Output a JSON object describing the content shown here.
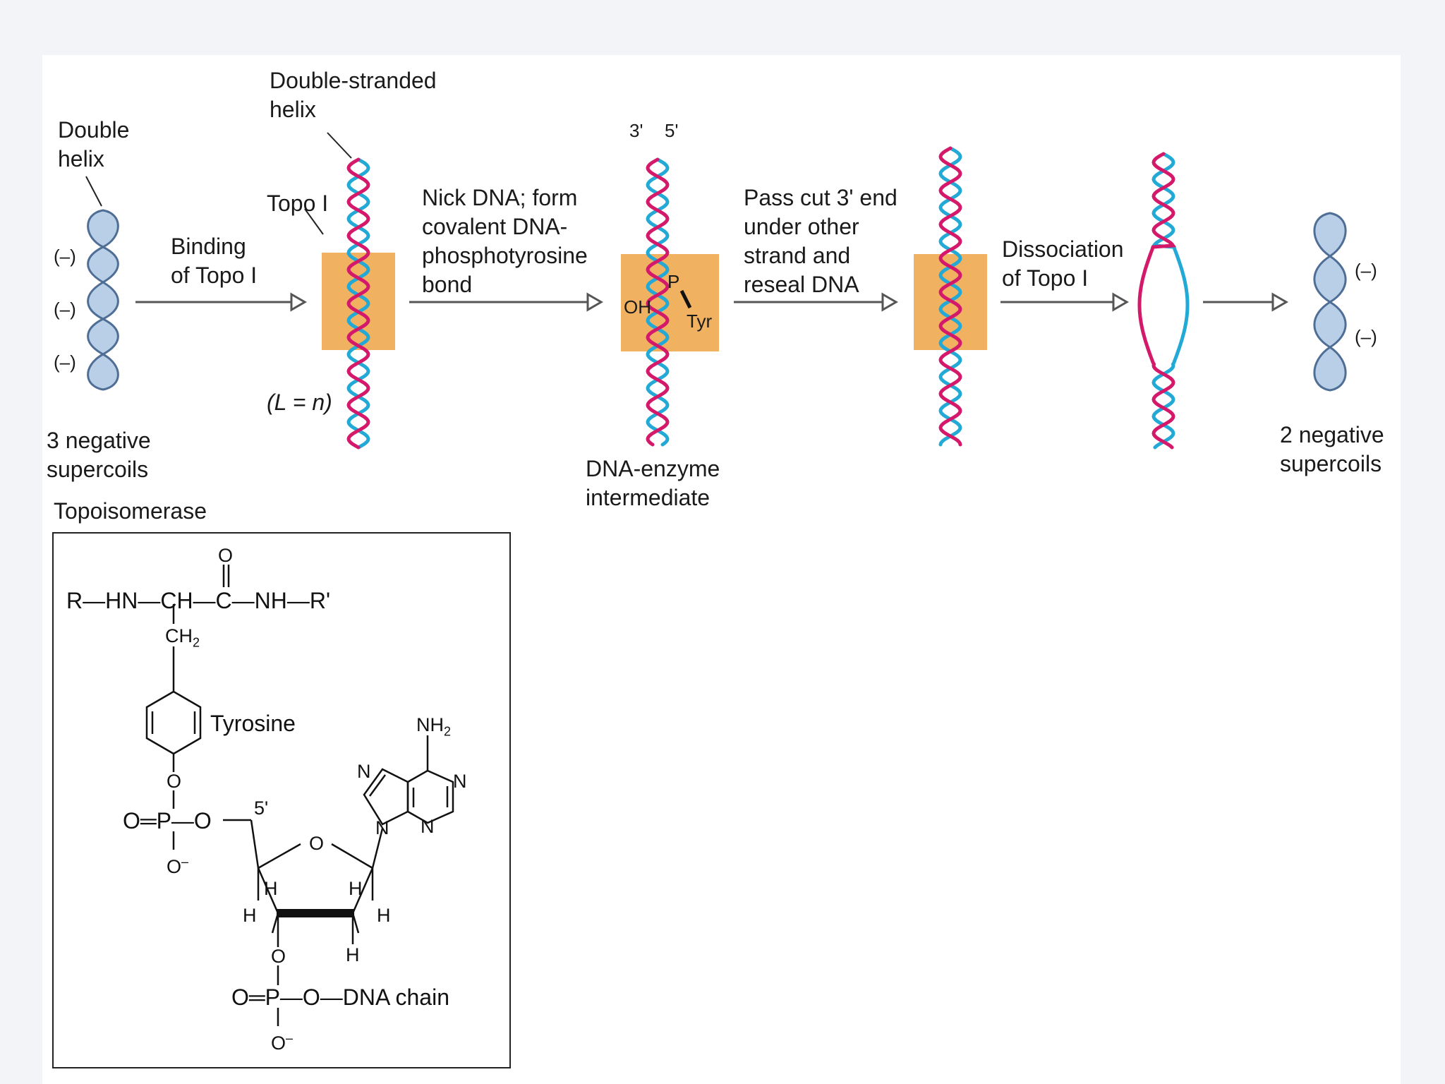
{
  "labels": {
    "double_helix": "Double\nhelix",
    "double_stranded_helix": "Double-stranded\nhelix",
    "topo_i": "Topo I",
    "binding": "Binding\nof Topo I",
    "nick": "Nick DNA; form\ncovalent DNA-\nphosphotyrosine\nbond",
    "pass_cut": "Pass cut 3' end\nunder other\nstrand and\nreseal DNA",
    "dissociation": "Dissociation\nof Topo I",
    "three_prime": "3'",
    "five_prime": "5'",
    "oh": "OH",
    "p": "P",
    "tyr": "Tyr",
    "l_eq_n": "(L = n)",
    "three_neg": "3 negative\nsupercoils",
    "dna_enzyme": "DNA-enzyme\nintermediate",
    "two_neg": "2 negative\nsupercoils",
    "minus": "(–)",
    "topoisomerase": "Topoisomerase"
  },
  "chemistry": {
    "backbone": "R—HN—CH—C—NH—R'",
    "o_top": "O",
    "ch2": "CH",
    "ch2_sub": "2",
    "tyrosine": "Tyrosine",
    "o": "O",
    "o_minus": "O",
    "minus_sup": "–",
    "o_eq_p_o": "O═P—O",
    "five": "5'",
    "ring_o": "O",
    "h": "H",
    "nh2": "NH",
    "nh2_sub": "2",
    "n": "N",
    "dna_chain": "O═P—O—DNA chain"
  },
  "colors": {
    "strand_a": "#d4196b",
    "strand_b": "#23a9d6",
    "enzyme": "#f0b160",
    "supercoil": "#b9cfe8",
    "supercoil_edge": "#4f6e96",
    "arrow": "#555555"
  }
}
